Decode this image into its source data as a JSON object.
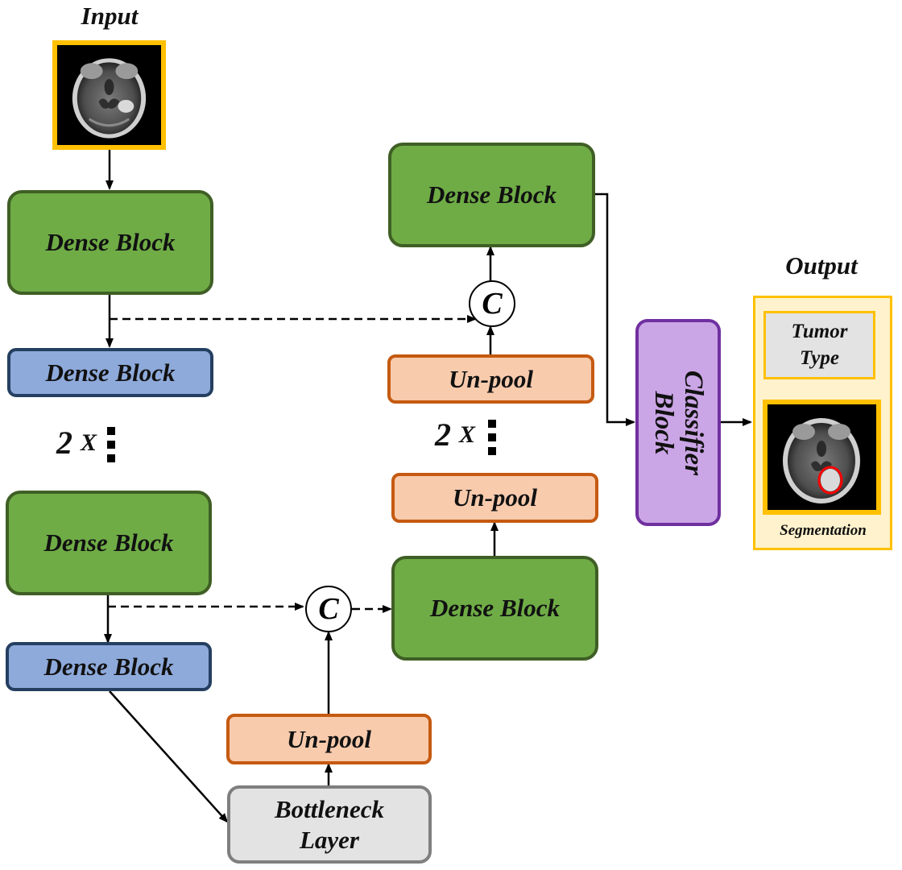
{
  "headings": {
    "input": "Input",
    "output": "Output"
  },
  "encoder": {
    "dense_block_1": "Dense Block",
    "dense_block_2": "Dense Block",
    "dense_block_3": "Dense Block",
    "dense_block_4": "Dense Block",
    "repeat_count": "2",
    "repeat_symbol": "X"
  },
  "bottleneck": {
    "label": "Bottleneck\nLayer"
  },
  "decoder": {
    "unpool_bottom": "Un-pool",
    "dense_block_lower": "Dense Block",
    "unpool_middle": "Un-pool",
    "unpool_upper": "Un-pool",
    "dense_block_upper": "Dense Block",
    "repeat_count": "2",
    "repeat_symbol": "X",
    "concat_lower": "C",
    "concat_upper": "C"
  },
  "classifier": {
    "label": "Classifier\nBlock"
  },
  "output": {
    "tumor_type": "Tumor\nType",
    "segmentation_caption": "Segmentation"
  },
  "colors": {
    "dense_green_fill": "#6fac46",
    "dense_green_border": "#3f5f25",
    "dense_blue_fill": "#8eaadb",
    "dense_blue_border": "#243f60",
    "unpool_fill": "#f8cbad",
    "unpool_border": "#c55a11",
    "bottleneck_fill": "#e3e3e3",
    "bottleneck_border": "#7f7f7f",
    "classifier_fill": "#cba6e6",
    "classifier_border": "#7030a0",
    "image_frame": "#ffc000",
    "output_panel_fill": "#fff2cc",
    "tumor_outline": "#ff0000"
  }
}
